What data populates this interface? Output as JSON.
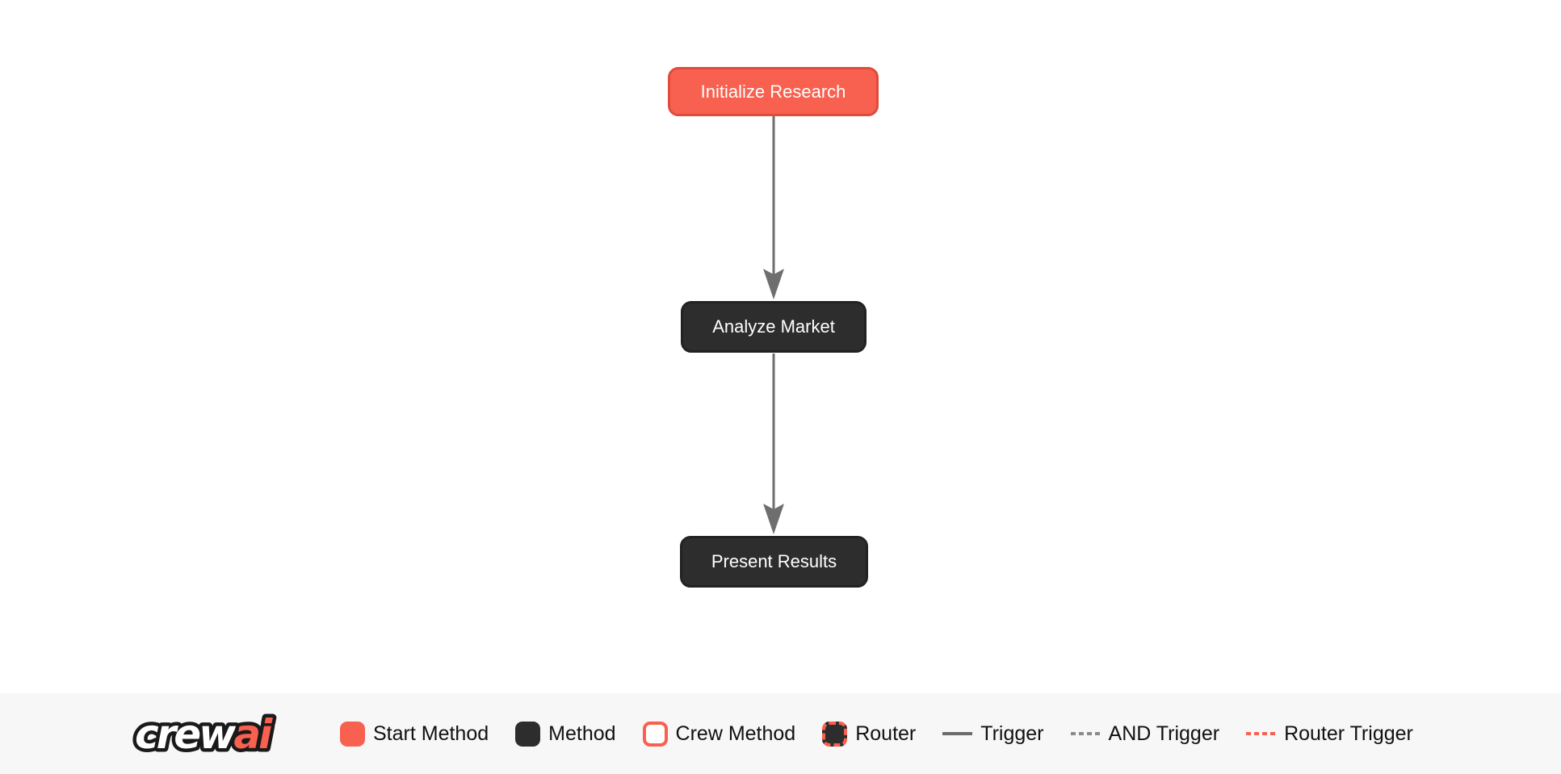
{
  "flow": {
    "nodes": [
      {
        "id": "initialize_research",
        "label": "Initialize Research",
        "type": "start-method"
      },
      {
        "id": "analyze_market",
        "label": "Analyze Market",
        "type": "method"
      },
      {
        "id": "present_results",
        "label": "Present Results",
        "type": "method"
      }
    ],
    "edges": [
      {
        "from": "initialize_research",
        "to": "analyze_market",
        "type": "trigger"
      },
      {
        "from": "analyze_market",
        "to": "present_results",
        "type": "trigger"
      }
    ]
  },
  "legend": {
    "brand": {
      "part1": "crew",
      "part2": "ai"
    },
    "items": [
      {
        "label": "Start Method",
        "swatch": "start-method-swatch"
      },
      {
        "label": "Method",
        "swatch": "method-swatch"
      },
      {
        "label": "Crew Method",
        "swatch": "crew-method-swatch"
      },
      {
        "label": "Router",
        "swatch": "router-swatch"
      },
      {
        "label": "Trigger",
        "swatch": "trigger-line"
      },
      {
        "label": "AND Trigger",
        "swatch": "and-trigger-line"
      },
      {
        "label": "Router Trigger",
        "swatch": "router-trigger-line"
      }
    ]
  },
  "colors": {
    "start_method_fill": "#F8604F",
    "start_method_border": "#E04B3C",
    "method_fill": "#2D2D2D",
    "edge_gray": "#6E6E6E",
    "legend_background": "#F7F7F8",
    "brand_red": "#F8604F",
    "brand_outline": "#1A1A1A",
    "node_text": "#FFFFFF",
    "legend_text": "#111111"
  }
}
